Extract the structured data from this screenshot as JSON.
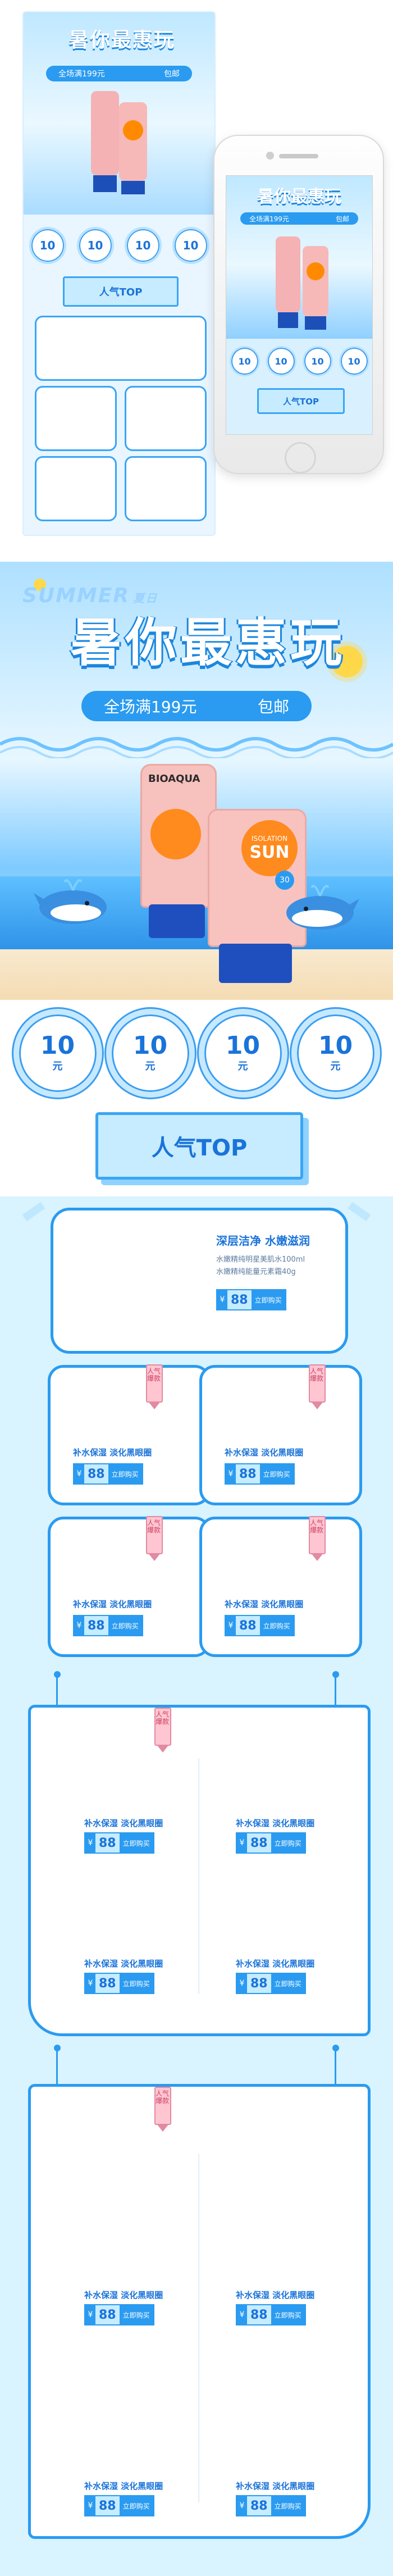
{
  "mini": {
    "title": "暑你最惠玩",
    "pill_left": "全场满199元",
    "pill_right": "包邮",
    "circles": [
      "10",
      "10",
      "10",
      "10"
    ],
    "top_label": "人气TOP"
  },
  "phone": {
    "title": "暑你最惠玩",
    "pill_left": "全场满199元",
    "pill_right": "包邮",
    "circles": [
      "10",
      "10",
      "10",
      "10"
    ],
    "top_label": "人气TOP"
  },
  "banner": {
    "summer": "SUMMER",
    "summer_cn": "夏日",
    "title": "暑你最惠玩",
    "pill_left": "全场满199元",
    "pill_right": "包邮",
    "brand": "BIOAQUA",
    "product1_text1": "ISOLATION",
    "product1_text2": "SUN",
    "product1_spf": "30"
  },
  "coupons": [
    {
      "value": "10",
      "unit": "元"
    },
    {
      "value": "10",
      "unit": "元"
    },
    {
      "value": "10",
      "unit": "元"
    },
    {
      "value": "10",
      "unit": "元"
    }
  ],
  "section": {
    "top_title": "人气TOP"
  },
  "feature": {
    "name": "深层洁净 水嫩滋润",
    "desc1": "水嫩精纯明星美肌水100ml",
    "desc2": "水嫩精纯能量元素霜40g",
    "price": "88",
    "currency": "¥",
    "buy": "立即购买"
  },
  "products": [
    {
      "name": "补水保湿 淡化黑眼圈",
      "price": "88",
      "tag": "人气爆款"
    },
    {
      "name": "补水保湿 淡化黑眼圈",
      "price": "88",
      "tag": "人气爆款"
    },
    {
      "name": "补水保湿 淡化黑眼圈",
      "price": "88",
      "tag": "人气爆款"
    },
    {
      "name": "补水保湿 淡化黑眼圈",
      "price": "88",
      "tag": "人气爆款"
    }
  ],
  "hang1": {
    "tag": "人气爆款",
    "items": [
      {
        "name": "补水保湿 淡化黑眼圈",
        "price": "88"
      },
      {
        "name": "补水保湿 淡化黑眼圈",
        "price": "88"
      },
      {
        "name": "补水保湿 淡化黑眼圈",
        "price": "88"
      },
      {
        "name": "补水保湿 淡化黑眼圈",
        "price": "88"
      }
    ]
  },
  "hang2": {
    "tag": "人气爆款",
    "items": [
      {
        "name": "补水保湿 淡化黑眼圈",
        "price": "88"
      },
      {
        "name": "补水保湿 淡化黑眼圈",
        "price": "88"
      },
      {
        "name": "补水保湿 淡化黑眼圈",
        "price": "88"
      },
      {
        "name": "补水保湿 淡化黑眼圈",
        "price": "88"
      }
    ]
  },
  "common": {
    "currency": "¥",
    "buy": "立即购买"
  },
  "colors": {
    "primary": "#2a9bf0",
    "light": "#c7ecff",
    "pink": "#ffc6d1"
  }
}
